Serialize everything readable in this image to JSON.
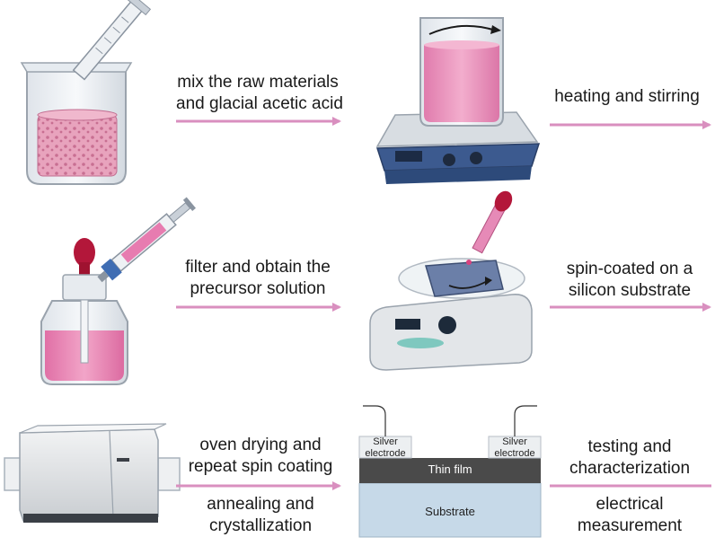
{
  "steps": {
    "mix": {
      "line1": "mix the raw materials",
      "line2": "and glacial acetic acid"
    },
    "heat": {
      "line1": "heating and stirring"
    },
    "filter": {
      "line1": "filter and obtain the",
      "line2": "precursor solution"
    },
    "spin": {
      "line1": "spin-coated on a",
      "line2": "silicon substrate"
    },
    "oven": {
      "line1": "oven drying and",
      "line2": "repeat spin coating"
    },
    "anneal": {
      "line1": "annealing and",
      "line2": "crystallization"
    },
    "test": {
      "line1": "testing and",
      "line2": "characterization"
    },
    "electrical": {
      "line1": "electrical",
      "line2": "measurement"
    }
  },
  "device": {
    "electrode_left": {
      "line1": "Silver",
      "line2": "electrode"
    },
    "electrode_right": {
      "line1": "Silver",
      "line2": "electrode"
    },
    "film": "Thin film",
    "substrate": "Substrate"
  },
  "colors": {
    "arrow": "#d98fbf",
    "pink_liquid": "#e87fb0",
    "film": "#4a4a4a",
    "substrate": "#c6d9e8"
  }
}
